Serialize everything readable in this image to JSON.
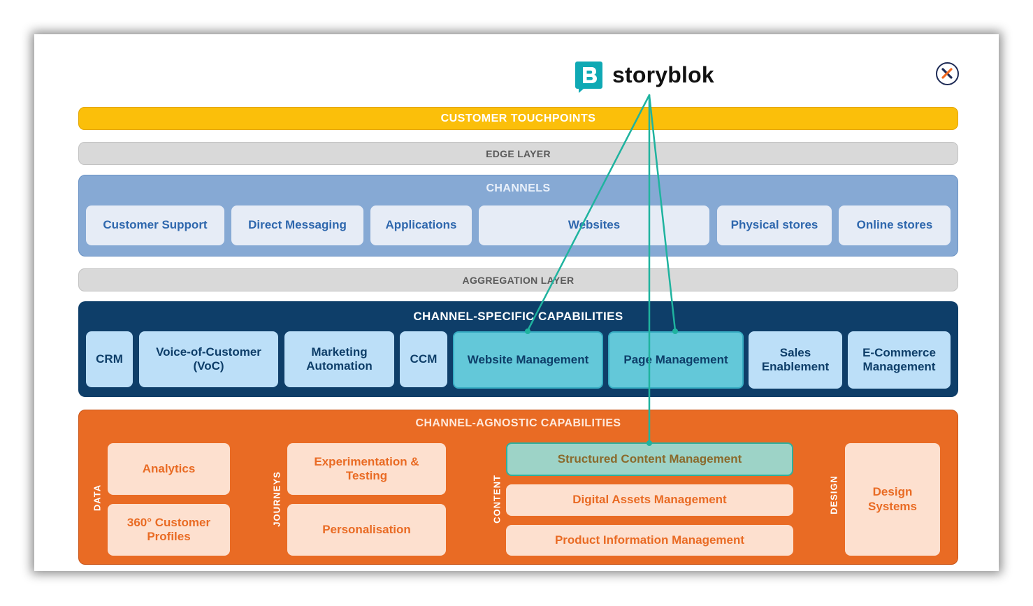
{
  "logo": {
    "name": "storyblok",
    "accent": "#0fa9b4"
  },
  "close_icon": "close-icon",
  "bars": {
    "touchpoints": "CUSTOMER TOUCHPOINTS",
    "edge": "EDGE LAYER",
    "aggregation": "AGGREGATION LAYER"
  },
  "channels": {
    "title": "CHANNELS",
    "items": [
      "Customer Support",
      "Direct Messaging",
      "Applications",
      "Websites",
      "Physical stores",
      "Online stores"
    ]
  },
  "specific": {
    "title": "CHANNEL-SPECIFIC CAPABILITIES",
    "items": [
      {
        "label": "CRM",
        "highlighted": false
      },
      {
        "label": "Voice-of-Customer (VoC)",
        "highlighted": false
      },
      {
        "label": "Marketing Automation",
        "highlighted": false
      },
      {
        "label": "CCM",
        "highlighted": false
      },
      {
        "label": "Website Management",
        "highlighted": true
      },
      {
        "label": "Page Management",
        "highlighted": true
      },
      {
        "label": "Sales Enablement",
        "highlighted": false
      },
      {
        "label": "E-Commerce Management",
        "highlighted": false
      }
    ]
  },
  "agnostic": {
    "title": "CHANNEL-AGNOSTIC CAPABILITIES",
    "groups": {
      "data": {
        "label": "DATA",
        "items": [
          "Analytics",
          "360° Customer Profiles"
        ]
      },
      "journeys": {
        "label": "JOURNEYS",
        "items": [
          "Experimentation & Testing",
          "Personalisation"
        ]
      },
      "content": {
        "label": "CONTENT",
        "items": [
          "Structured Content Management",
          "Digital Assets Management",
          "Product Information Management"
        ]
      },
      "design": {
        "label": "DESIGN",
        "items": [
          "Design Systems"
        ]
      }
    }
  },
  "colors": {
    "touchpoints": "#fbbf0a",
    "layer_grey": "#d9d9d9",
    "channels": "#86a9d4",
    "specific": "#0e3e69",
    "agnostic": "#e96b24",
    "connector": "#1fb39f"
  }
}
